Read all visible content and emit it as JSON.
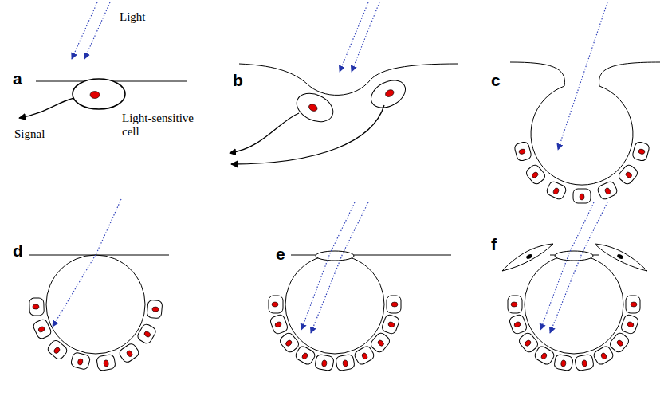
{
  "diagram": {
    "labels": [
      "a",
      "Light",
      "Signal",
      "Light-sensitive cell",
      "b",
      "c",
      "d",
      "e",
      "f"
    ]
  }
}
